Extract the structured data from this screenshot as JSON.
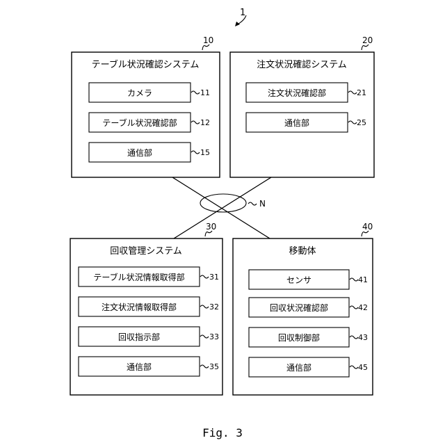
{
  "figure_ref": "1",
  "network_ref": "N",
  "caption": "Fig. 3",
  "systems": {
    "table": {
      "ref": "10",
      "title": "テーブル状況確認システム",
      "components": [
        {
          "label": "カメラ",
          "ref": "11"
        },
        {
          "label": "テーブル状況確認部",
          "ref": "12"
        },
        {
          "label": "通信部",
          "ref": "15"
        }
      ]
    },
    "order": {
      "ref": "20",
      "title": "注文状況確認システム",
      "components": [
        {
          "label": "注文状況確認部",
          "ref": "21"
        },
        {
          "label": "通信部",
          "ref": "25"
        }
      ]
    },
    "collection": {
      "ref": "30",
      "title": "回収管理システム",
      "components": [
        {
          "label": "テーブル状況情報取得部",
          "ref": "31"
        },
        {
          "label": "注文状況情報取得部",
          "ref": "32"
        },
        {
          "label": "回収指示部",
          "ref": "33"
        },
        {
          "label": "通信部",
          "ref": "35"
        }
      ]
    },
    "mobile": {
      "ref": "40",
      "title": "移動体",
      "components": [
        {
          "label": "センサ",
          "ref": "41"
        },
        {
          "label": "回収状況確認部",
          "ref": "42"
        },
        {
          "label": "回収制御部",
          "ref": "43"
        },
        {
          "label": "通信部",
          "ref": "45"
        }
      ]
    }
  }
}
